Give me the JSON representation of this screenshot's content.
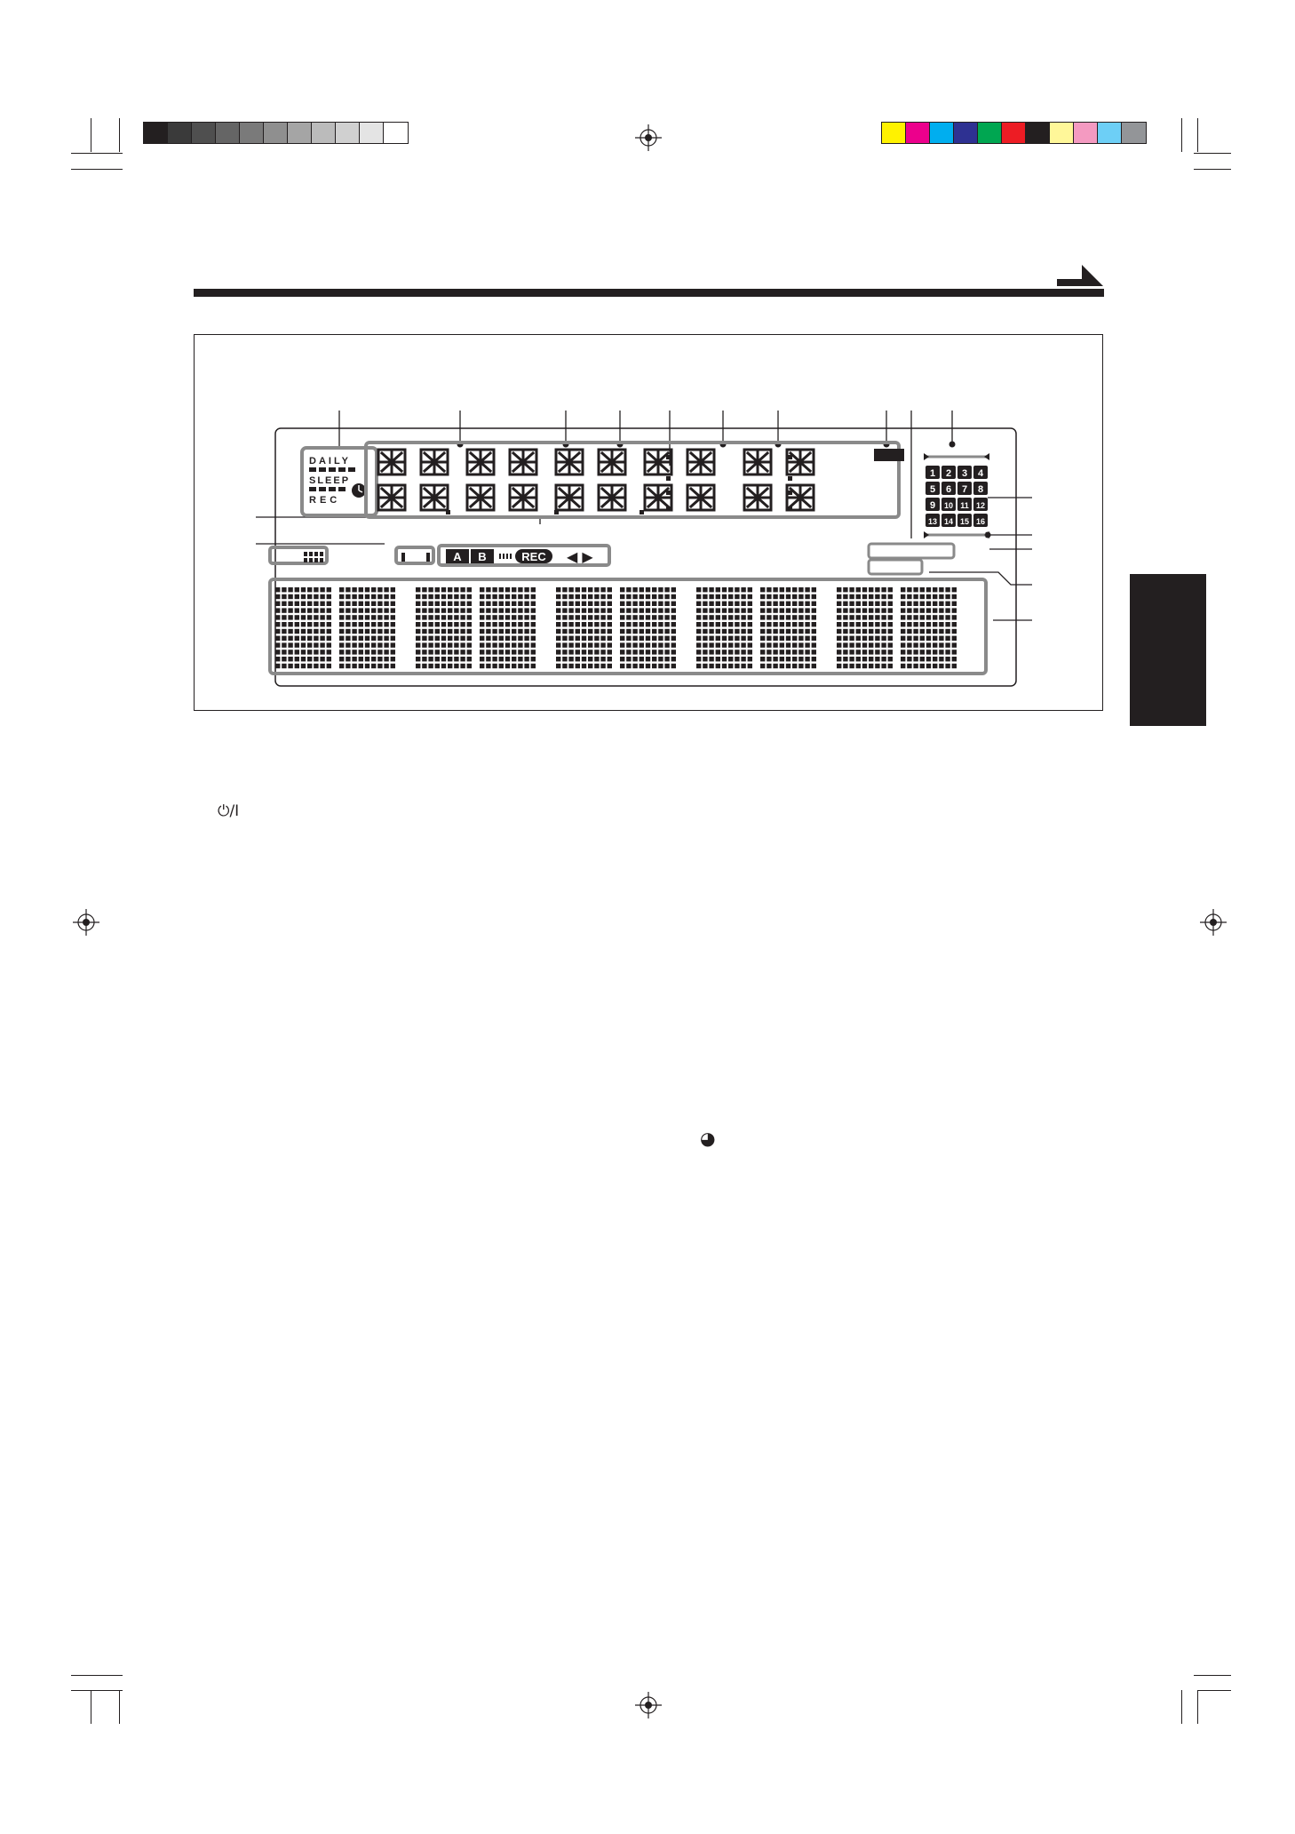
{
  "page_glyphs": {
    "power_symbol": "⏻/I",
    "clock_symbol": "◕"
  },
  "display": {
    "timer_box": [
      "DAILY",
      "SLEEP",
      "REC"
    ],
    "tape_labels": [
      "A",
      "B"
    ],
    "rec_indicator": "REC",
    "direction_arrows": "◀ ▶",
    "track_numbers": [
      "1",
      "2",
      "3",
      "4",
      "5",
      "6",
      "7",
      "8",
      "9",
      "10",
      "11",
      "12",
      "13",
      "14",
      "15",
      "16"
    ]
  },
  "colors": {
    "ink": "#231f20",
    "lcd_gray": "#8a8a8a",
    "grayscale_bar": [
      "#231f20",
      "#3a3a3a",
      "#4f4f4f",
      "#656565",
      "#7a7a7a",
      "#8f8f8f",
      "#a5a5a5",
      "#bbbbbb",
      "#d0d0d0",
      "#e4e4e4",
      "#ffffff"
    ],
    "color_bar": [
      "#fff200",
      "#ec008c",
      "#00aeef",
      "#2e3192",
      "#00a651",
      "#ed1c24",
      "#231f20",
      "#fff799",
      "#f49ac1",
      "#6dcff6",
      "#939598"
    ]
  }
}
